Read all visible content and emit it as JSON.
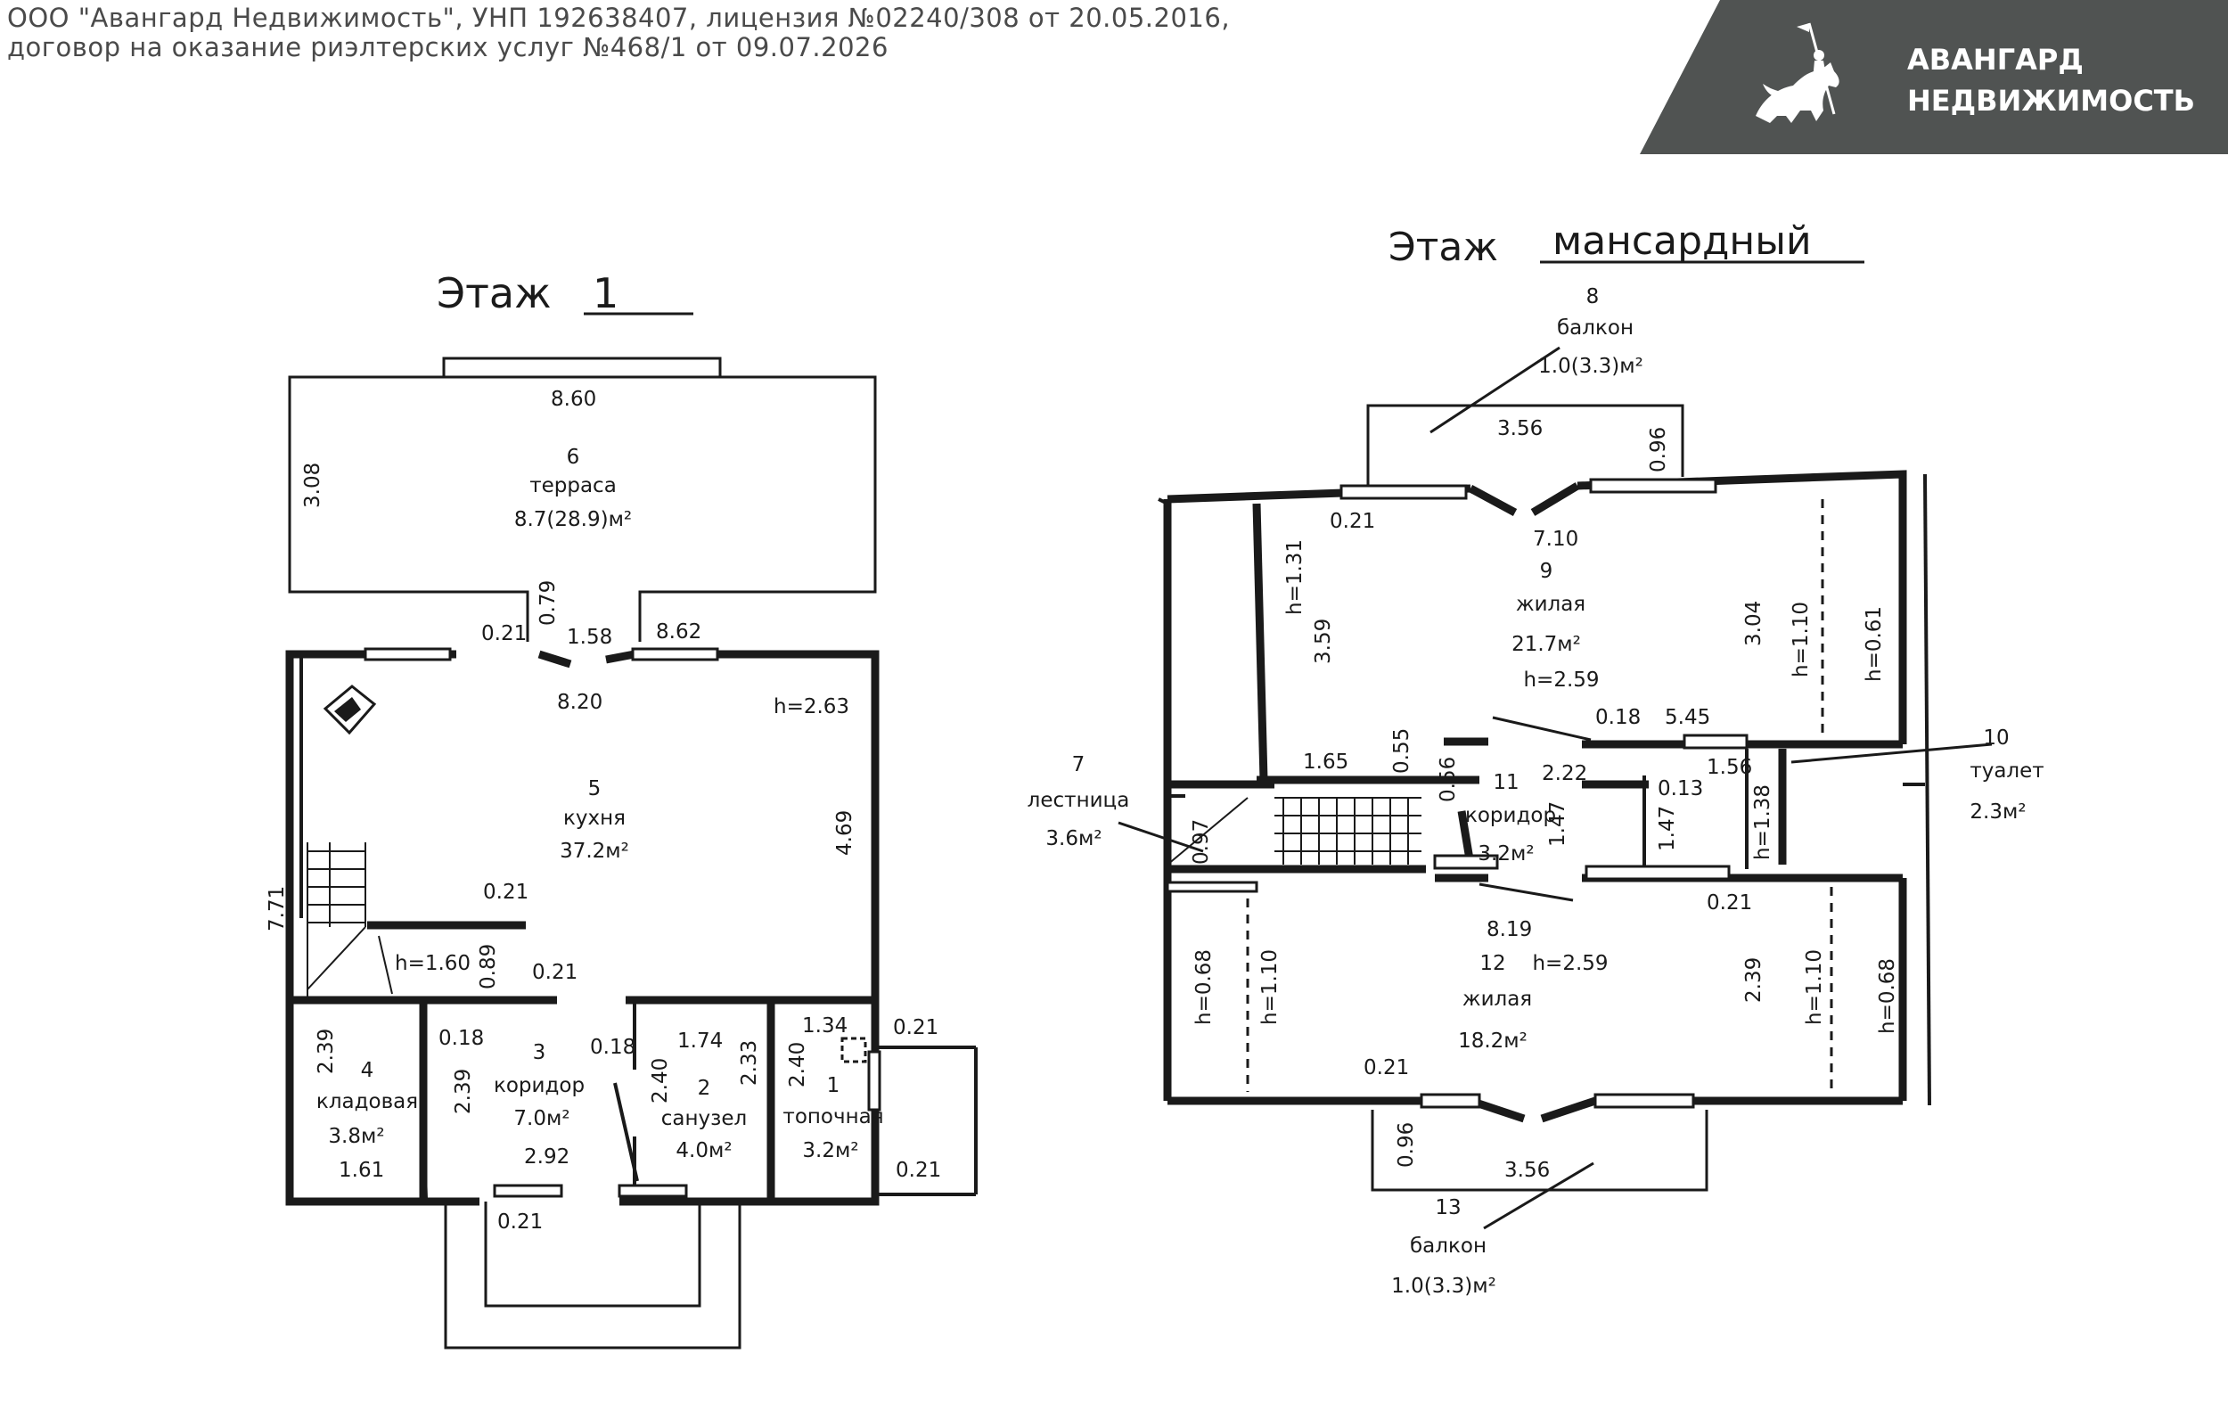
{
  "header": {
    "line1": "ООО \"Авангард Недвижимость\", УНП 192638407, лицензия №02240/308 от 20.05.2016,",
    "line2": "договор на оказание риэлтерских услуг №468/1 от 09.07.2026"
  },
  "logo": {
    "line1": "АВАНГАРД",
    "line2": "НЕДВИЖИМОСТЬ",
    "background": "#505352",
    "icon": "knight-on-horse-icon"
  },
  "floor1": {
    "title": "Этаж",
    "number": "1",
    "rooms": {
      "terrace": {
        "num": "6",
        "name": "терраса",
        "area": "8.7(28.9)м²"
      },
      "kitchen": {
        "num": "5",
        "name": "кухня",
        "area": "37.2м²"
      },
      "storage": {
        "num": "4",
        "name": "кладовая",
        "area": "3.8м²"
      },
      "corridor": {
        "num": "3",
        "name": "коридор",
        "area": "7.0м²"
      },
      "bathroom": {
        "num": "2",
        "name": "санузел",
        "area": "4.0м²"
      },
      "boiler": {
        "num": "1",
        "name": "топочная",
        "area": "3.2м²"
      }
    },
    "dims": {
      "terrace_w": "8.60",
      "terrace_h": "3.08",
      "d079": "0.79",
      "d021a": "0.21",
      "d158": "1.58",
      "d862": "8.62",
      "d820": "8.20",
      "h263": "h=2.63",
      "d469": "4.69",
      "d771": "7.71",
      "d021b": "0.21",
      "h160": "h=1.60",
      "d089": "0.89",
      "d021c": "0.21",
      "d239a": "2.39",
      "d018a": "0.18",
      "d239b": "2.39",
      "d018b": "0.18",
      "d240a": "2.40",
      "d174": "1.74",
      "d233": "2.33",
      "d134": "1.34",
      "d240b": "2.40",
      "d021d": "0.21",
      "d161": "1.61",
      "d292": "2.92",
      "d021e": "0.21",
      "d021f": "0.21"
    }
  },
  "floor2": {
    "title": "Этаж",
    "name": "мансардный",
    "rooms": {
      "balcony_top": {
        "num": "8",
        "name": "балкон",
        "area": "1.0(3.3)м²"
      },
      "living_top": {
        "num": "9",
        "name": "жилая",
        "area": "21.7м²",
        "h": "h=2.59"
      },
      "stairs": {
        "num": "7",
        "name": "лестница",
        "area": "3.6м²"
      },
      "corridor": {
        "num": "11",
        "name": "коридор",
        "area": "3.2м²"
      },
      "toilet": {
        "num": "10",
        "name": "туалет",
        "area": "2.3м²"
      },
      "living_bottom": {
        "num": "12",
        "name": "жилая",
        "area": "18.2м²",
        "h": "h=2.59"
      },
      "balcony_bottom": {
        "num": "13",
        "name": "балкон",
        "area": "1.0(3.3)м²"
      }
    },
    "dims": {
      "d356a": "3.56",
      "d096a": "0.96",
      "d021a": "0.21",
      "d710": "7.10",
      "h131": "h=1.31",
      "d359": "3.59",
      "d304": "3.04",
      "h110a": "h=1.10",
      "h061": "h=0.61",
      "d018": "0.18",
      "d545": "5.45",
      "d165": "1.65",
      "d055": "0.55",
      "d056": "0.56",
      "d222": "2.22",
      "d013": "0.13",
      "d156": "1.56",
      "d147a": "1.47",
      "d147b": "1.47",
      "h138": "h=1.38",
      "d097": "0.97",
      "d819": "8.19",
      "d021b": "0.21",
      "h068a": "h=0.68",
      "h110b": "h=1.10",
      "d239": "2.39",
      "h110c": "h=1.10",
      "h068b": "h=0.68",
      "d021c": "0.21",
      "d096b": "0.96",
      "d356b": "3.56"
    }
  }
}
